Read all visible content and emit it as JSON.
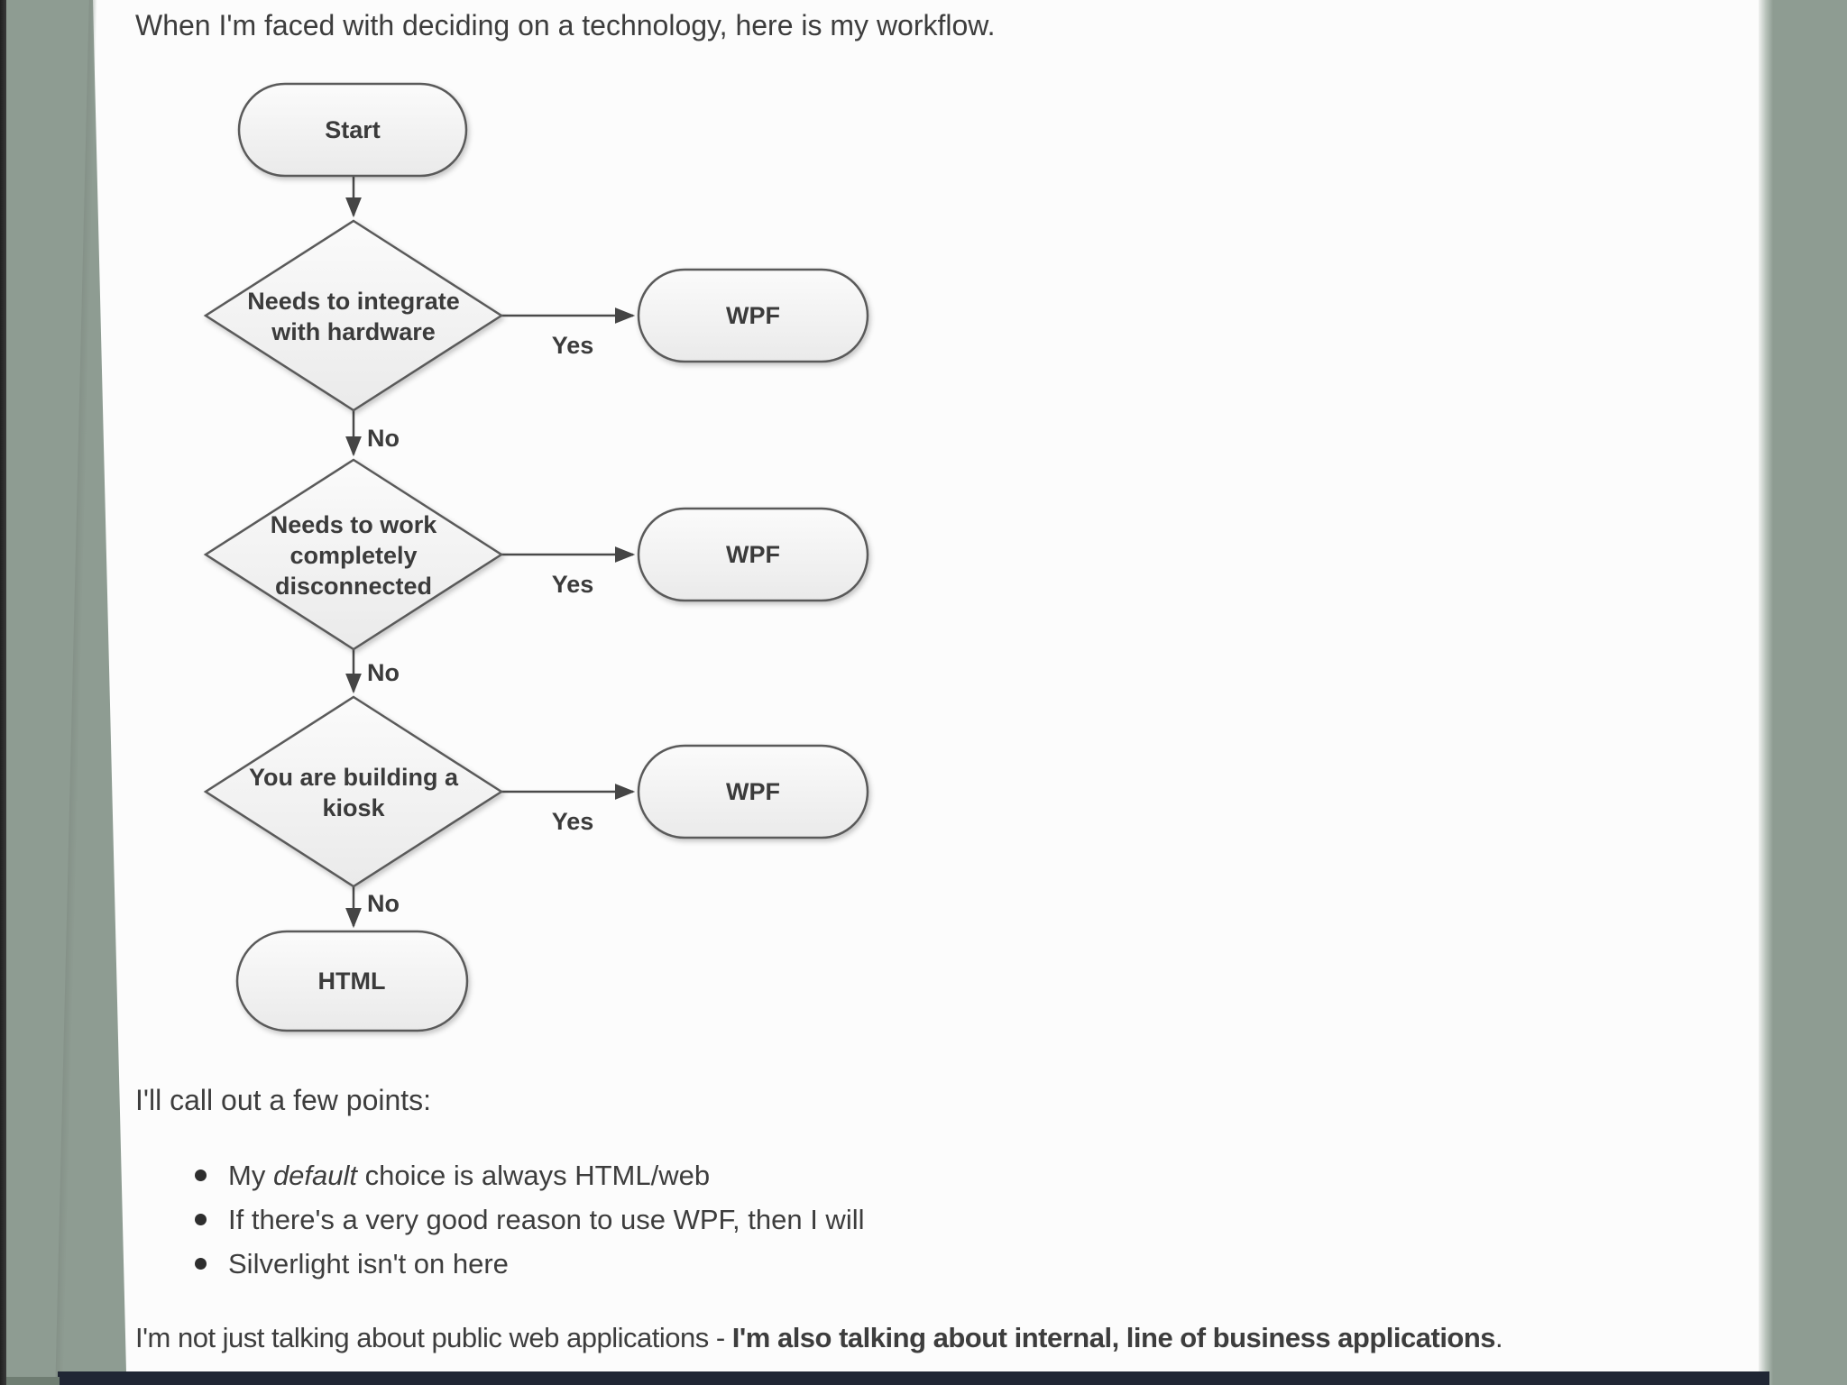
{
  "window": {
    "background_color": "#8e9c92",
    "page_color": "#fcfcfc",
    "bottom_bar_color": "#202634",
    "ink_color": "#3d3d3d",
    "line_color": "#4a4a4a",
    "node_fill": "#f2f2f2"
  },
  "intro": "When I'm faced with deciding on a technology, here is my workflow.",
  "flowchart": {
    "type": "flowchart",
    "start": "Start",
    "decision1": {
      "line1": "Needs to integrate",
      "line2": "with hardware"
    },
    "decision2": {
      "line1": "Needs to work",
      "line2": "completely",
      "line3": "disconnected"
    },
    "decision3": {
      "line1": "You are building a",
      "line2": "kiosk"
    },
    "wpf1": "WPF",
    "wpf2": "WPF",
    "wpf3": "WPF",
    "html": "HTML",
    "yes1": "Yes",
    "yes2": "Yes",
    "yes3": "Yes",
    "no1": "No",
    "no2": "No",
    "no3": "No",
    "edges": [
      "Start -> Needs to integrate with hardware",
      "Needs to integrate with hardware -Yes-> WPF",
      "Needs to integrate with hardware -No-> Needs to work completely disconnected",
      "Needs to work completely disconnected -Yes-> WPF",
      "Needs to work completely disconnected -No-> You are building a kiosk",
      "You are building a kiosk -Yes-> WPF",
      "You are building a kiosk -No-> HTML"
    ]
  },
  "points_intro": "I'll call out a few points:",
  "bullets": {
    "b1": {
      "pre": "My ",
      "italic": "default",
      "post": " choice is always HTML/web"
    },
    "b2": "If there's a very good reason to use WPF, then I will",
    "b3": "Silverlight isn't on here"
  },
  "closing": {
    "normal": "I'm not just talking about public web applications - ",
    "bold": "I'm also talking about internal, line of business applications",
    "period": "."
  }
}
